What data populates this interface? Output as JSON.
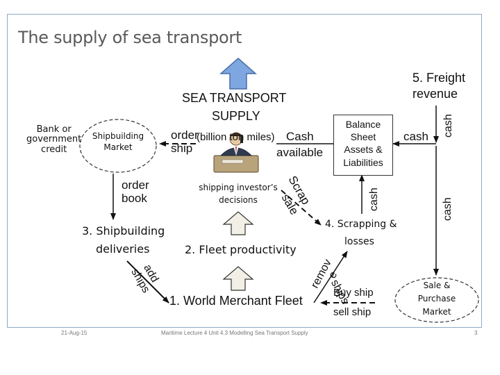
{
  "title": "The supply of sea transport",
  "supply": {
    "line1": "SEA TRANSPORT",
    "line2": "SUPPLY",
    "units": "(billion ton miles)"
  },
  "bank": {
    "line1": "Bank or",
    "line2": "government",
    "line3": "credit"
  },
  "shipbuilding_market": {
    "line1": "Shipbuilding",
    "line2": "Market"
  },
  "order_ship": {
    "line1": "order",
    "line2": "ship"
  },
  "cash_available": {
    "line1": "Cash",
    "line2": "available"
  },
  "balance_sheet": {
    "line1": "Balance",
    "line2": "Sheet",
    "line3": "Assets &",
    "line4": "Liabilities"
  },
  "cash_left": "cash",
  "freight": {
    "line1": "5. Freight",
    "line2": "revenue"
  },
  "cash_freight": "cash",
  "cash_right": "cash",
  "cash_scrap": "cash",
  "order_book": {
    "line1": "order",
    "line2": "book"
  },
  "investor": {
    "line1": "shipping investor’s",
    "line2": "decisions"
  },
  "scrap_sale": {
    "line1": "Scrap",
    "line2": "sale"
  },
  "scrapping": {
    "line1": "4. Scrapping &",
    "line2": "losses"
  },
  "deliveries": {
    "line1": "3. Shipbuilding",
    "line2": "deliveries"
  },
  "productivity": "2. Fleet productivity",
  "add_ships": {
    "line1": "add",
    "line2": "ships"
  },
  "remove_ships": {
    "line1": "remov",
    "line2": "e",
    "line3": "ships"
  },
  "fleet": "1. World Merchant Fleet",
  "buy_ship": "Buy ship",
  "sell_ship": "sell ship",
  "sale_purchase": {
    "line1": "Sale &",
    "line2": "Purchase",
    "line3": "Market"
  },
  "footer": {
    "date": "21-Aug-15",
    "center": "Maritime Lecture 4 Unit 4.3 Modelling Sea Transport Supply",
    "page": "3"
  },
  "colors": {
    "supply_arrow": "#7ea6e0",
    "block_arrow": "#f2f0e6",
    "slide_border": "#8fa8c8"
  },
  "icons": {
    "investor_image": "businessman-phone-icon"
  }
}
